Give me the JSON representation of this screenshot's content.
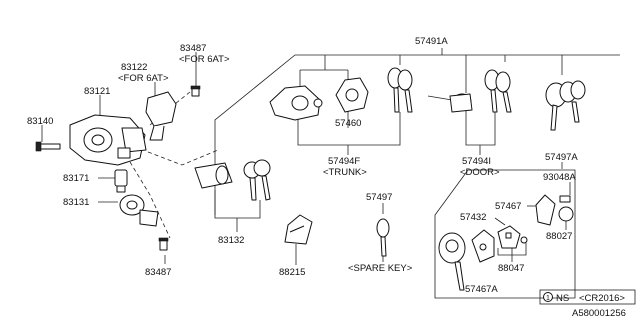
{
  "labels": {
    "p57491A": "57491A",
    "p83487_top": "83487",
    "for6at_1": "<FOR 6AT>",
    "p83122": "83122",
    "for6at_2": "<FOR 6AT>",
    "p83121": "83121",
    "p83140": "83140",
    "p83171": "83171",
    "p83131": "83131",
    "p83487_bottom": "83487",
    "p83132": "83132",
    "p88215": "88215",
    "p57460": "57460",
    "p57494F": "57494F",
    "trunk": "<TRUNK>",
    "p57494I": "57494I",
    "door": "<DOOR>",
    "p57497": "57497",
    "spare_key": "<SPARE KEY>",
    "p57497A": "57497A",
    "p93048A": "93048A",
    "p57467": "57467",
    "p57432": "57432",
    "p88027": "88027",
    "p88047": "88047",
    "p57467A": "57467A",
    "ns_mark": "NS",
    "cr2016": "<CR2016>",
    "diagram_id": "A580001256"
  }
}
